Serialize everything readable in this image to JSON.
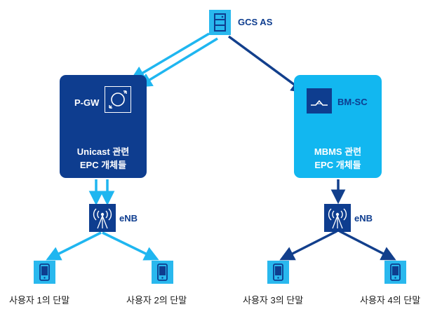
{
  "gcs_as": {
    "label": "GCS AS",
    "icon": "server-icon"
  },
  "unicast_box": {
    "title": "P-GW",
    "line1": "Unicast 관련",
    "line2": "EPC 개체들",
    "icon": "pgw-router-icon",
    "color": "#0e3d8f"
  },
  "mbms_box": {
    "title": "BM-SC",
    "line1": "MBMS 관련",
    "line2": "EPC 개체들",
    "icon": "bmsc-icon",
    "color": "#12b7f0"
  },
  "enb_left": {
    "label": "eNB",
    "icon": "antenna-icon"
  },
  "enb_right": {
    "label": "eNB",
    "icon": "antenna-icon"
  },
  "users": [
    {
      "label": "사용자 1의 단말",
      "icon": "phone-icon"
    },
    {
      "label": "사용자 2의 단말",
      "icon": "phone-icon"
    },
    {
      "label": "사용자 3의 단말",
      "icon": "phone-icon"
    },
    {
      "label": "사용자 4의 단말",
      "icon": "phone-icon"
    }
  ],
  "colors": {
    "unicast_arrow": "#1fb6f0",
    "broadcast_arrow": "#123f8c",
    "icon_bg_light": "#29b8ee",
    "icon_bg_dark": "#0e3d8f"
  }
}
